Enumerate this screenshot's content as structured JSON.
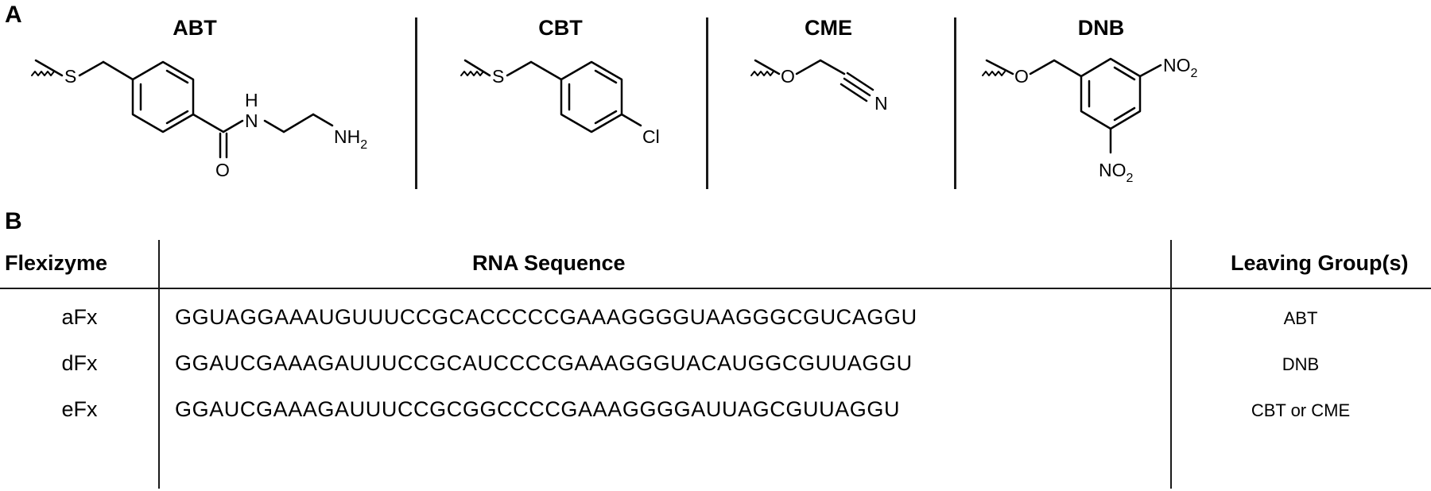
{
  "panel_a": {
    "label": "A",
    "structures": [
      {
        "name": "ABT",
        "atoms": {
          "s": "S",
          "n": "N",
          "h": "H",
          "o": "O",
          "nh": "NH",
          "nh_sub": "2"
        }
      },
      {
        "name": "CBT",
        "atoms": {
          "s": "S",
          "cl": "Cl"
        }
      },
      {
        "name": "CME",
        "atoms": {
          "o": "O",
          "n": "N"
        }
      },
      {
        "name": "DNB",
        "atoms": {
          "o": "O",
          "no2_top": "NO",
          "no2_top_sub": "2",
          "no2_bottom": "NO",
          "no2_bottom_sub": "2"
        }
      }
    ]
  },
  "panel_b": {
    "label": "B",
    "table": {
      "headers": [
        "Flexizyme",
        "RNA Sequence",
        "Leaving Group(s)"
      ],
      "rows": [
        {
          "flexizyme": "aFx",
          "sequence": "GGUAGGAAAUGUUUCCGCACCCCCGAAAGGGGUAAGGGCGUCAGGU",
          "leaving_group": "ABT"
        },
        {
          "flexizyme": "dFx",
          "sequence": "GGAUCGAAAGAUUUCCGCAUCCCCGAAAGGGUACAUGGCGUUAGGU",
          "leaving_group": "DNB"
        },
        {
          "flexizyme": "eFx",
          "sequence": "GGAUCGAAAGAUUUCCGCGGCCCCGAAAGGGGAUUAGCGUUAGGU",
          "leaving_group": "CBT or CME"
        }
      ]
    }
  }
}
